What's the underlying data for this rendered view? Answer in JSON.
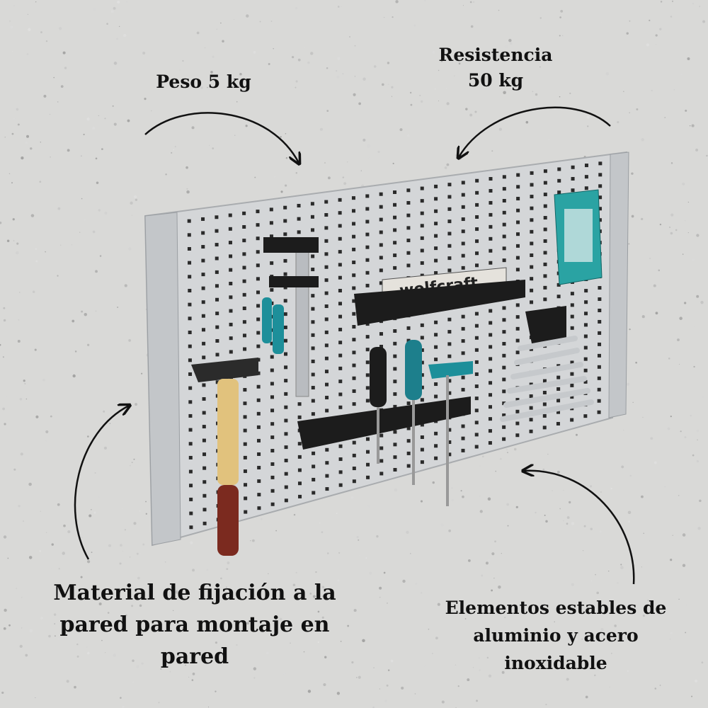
{
  "annotations": {
    "weight": "Peso 5 kg",
    "load_line1": "Resistencia",
    "load_line2": "50 kg",
    "mounting_line1": "Material de fijación a la",
    "mounting_line2": "pared para montaje en",
    "mounting_line3": "pared",
    "material_line1": "Elementos estables de",
    "material_line2": "aluminio y acero",
    "material_line3": "inoxidable"
  },
  "product_logo": "wolfcraft",
  "colors": {
    "background": "#d9d9d7",
    "panel": "#d4d6d8",
    "tool_teal": "#1d8f9a",
    "holder_black": "#1c1c1c",
    "text": "#111111"
  },
  "icons": [
    "curved-arrow-icon"
  ]
}
